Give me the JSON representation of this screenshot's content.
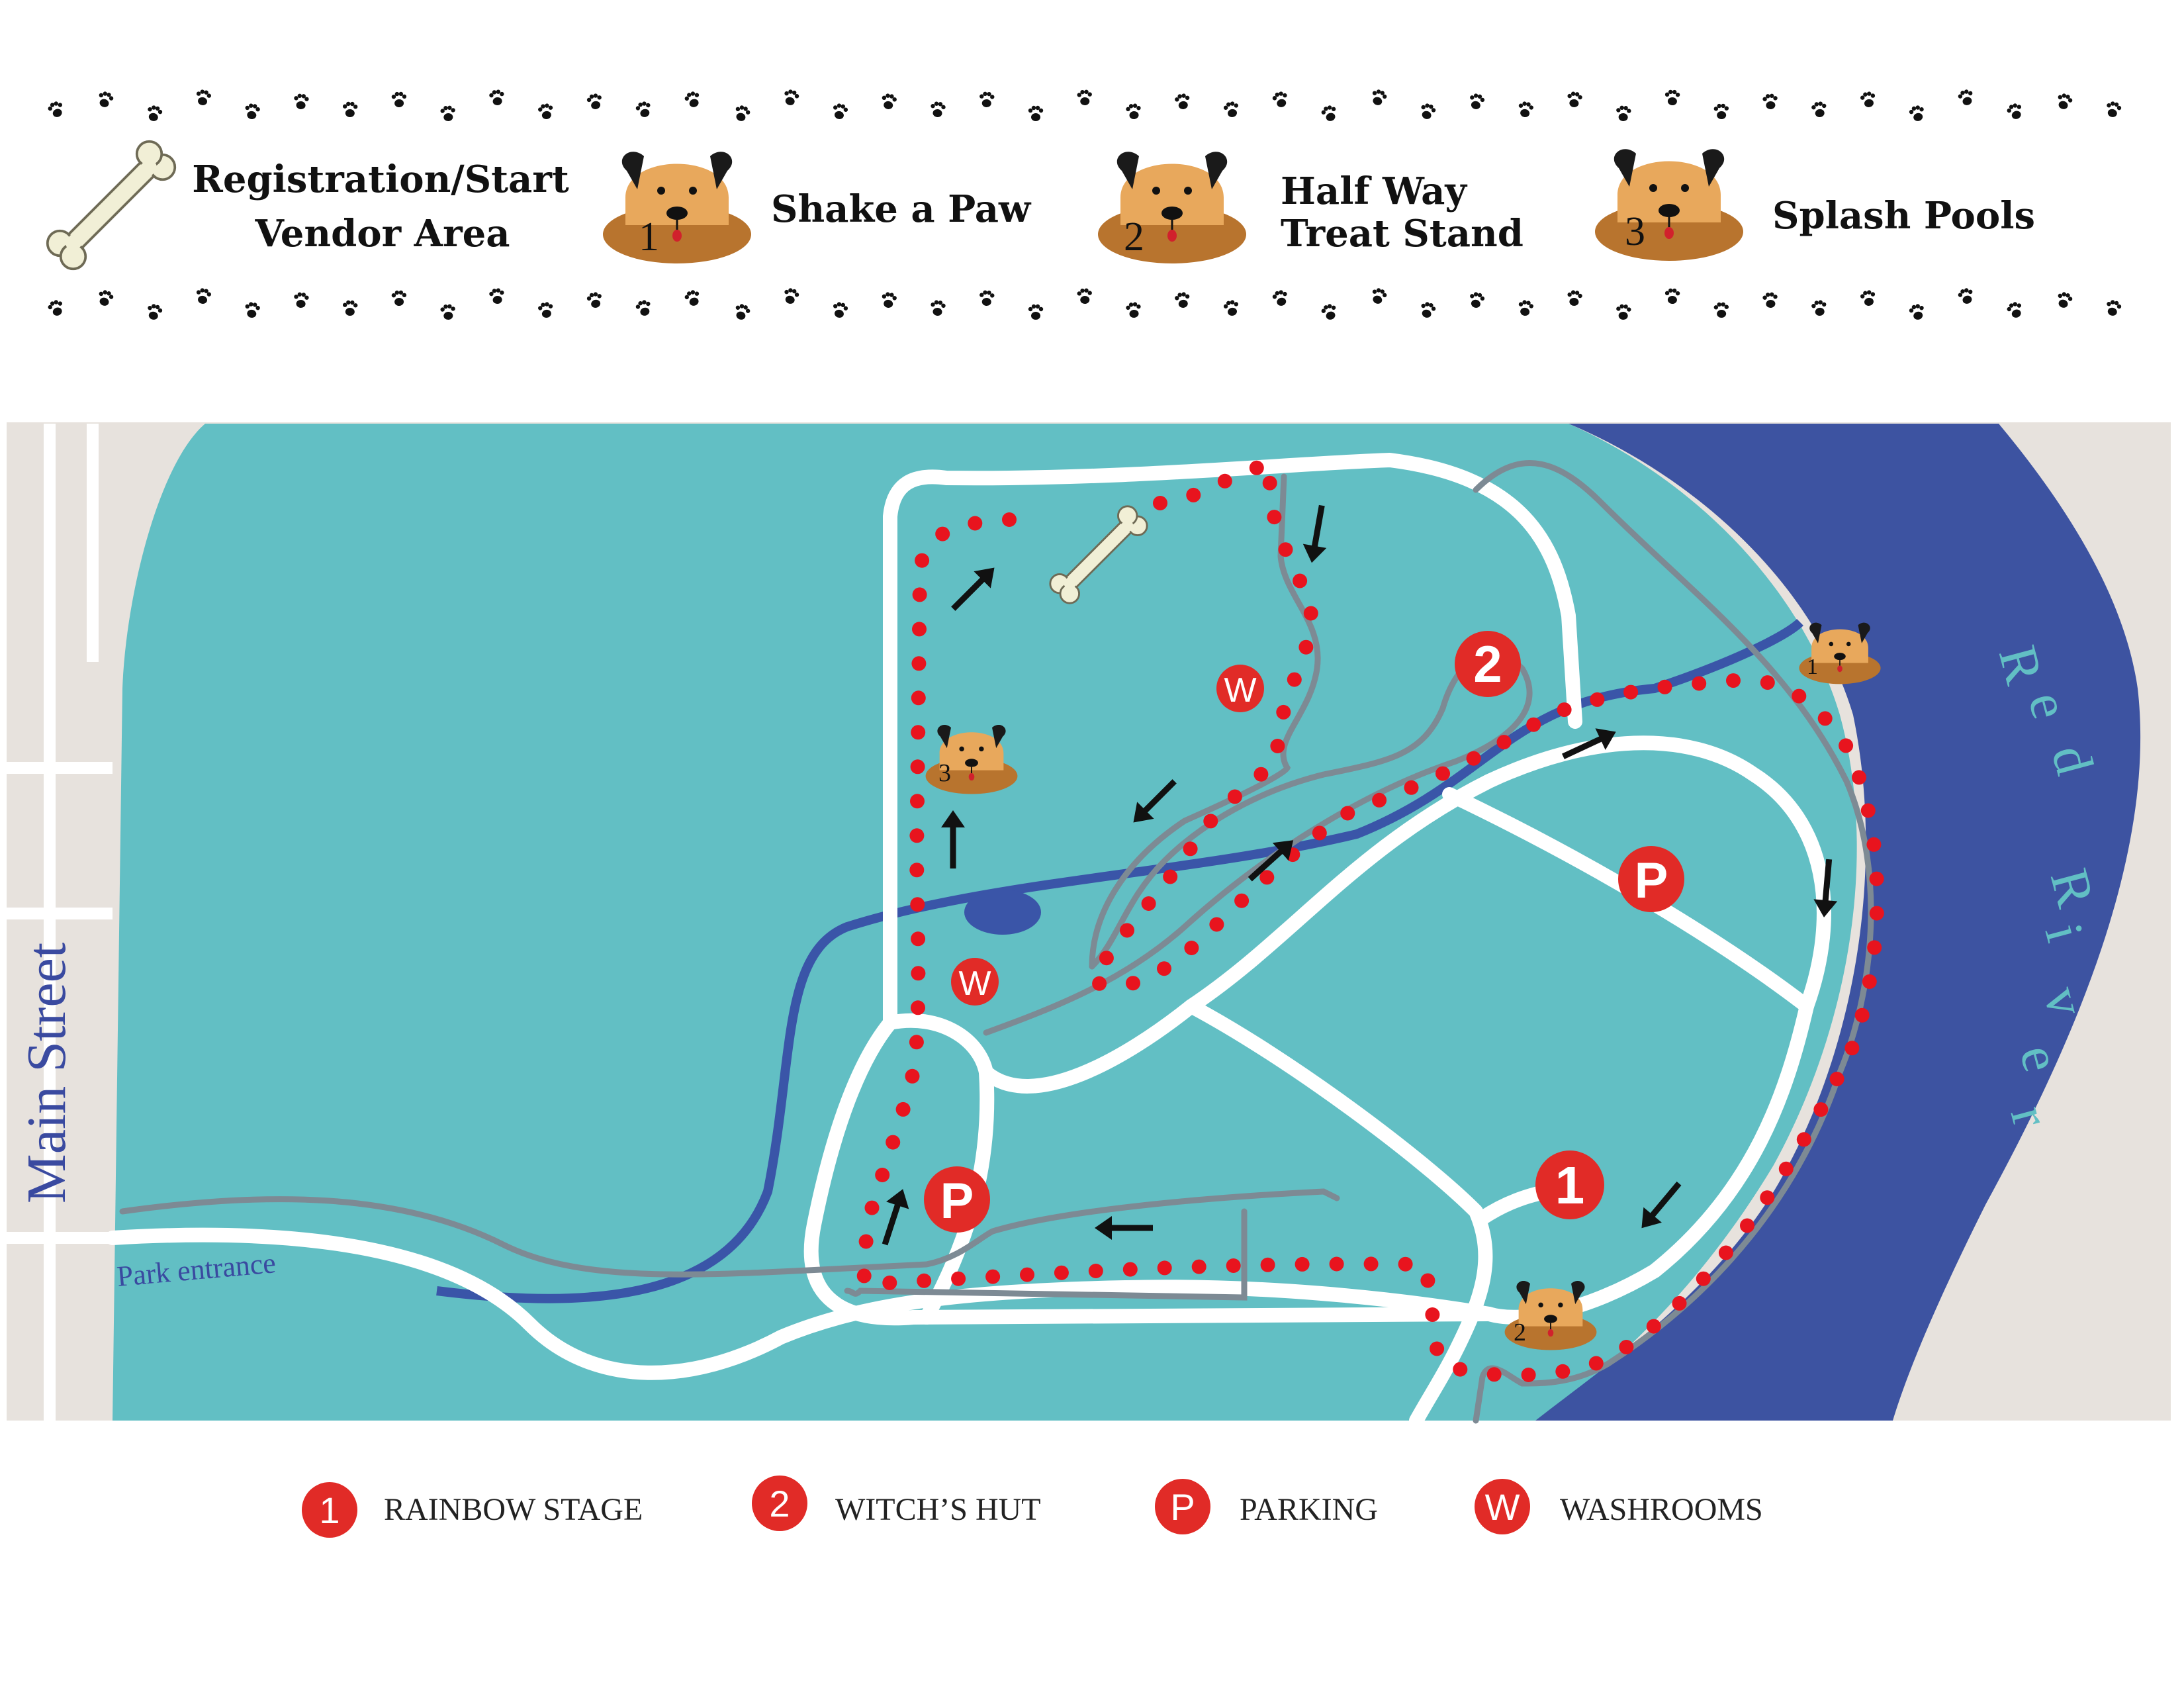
{
  "top_legend": {
    "registration_line1": "Registration/Start",
    "registration_line2": "Vendor Area",
    "station1": {
      "number": "1",
      "label": "Shake a Paw"
    },
    "station2": {
      "number": "2",
      "label_line1": "Half Way",
      "label_line2": "Treat Stand"
    },
    "station3": {
      "number": "3",
      "label": "Splash Pools"
    }
  },
  "map": {
    "main_street": "Main Street",
    "park_entrance": "Park entrance",
    "river": "Red River",
    "markers": {
      "stage1": "1",
      "hut2": "2",
      "parking": "P",
      "washroom": "W",
      "dog1": "1",
      "dog2": "2",
      "dog3": "3"
    },
    "colors": {
      "park": "#62bfc4",
      "river": "#3d53a1",
      "creek": "#3a55a8",
      "land": "#e7e2dd",
      "path": "#ffffff",
      "route": "#e8141e",
      "marker": "#e12b27"
    }
  },
  "bottom_legend": [
    {
      "symbol": "1",
      "label": "RAINBOW STAGE"
    },
    {
      "symbol": "2",
      "label": "WITCH’S HUT"
    },
    {
      "symbol": "P",
      "label": "PARKING"
    },
    {
      "symbol": "W",
      "label": "WASHROOMS"
    }
  ]
}
